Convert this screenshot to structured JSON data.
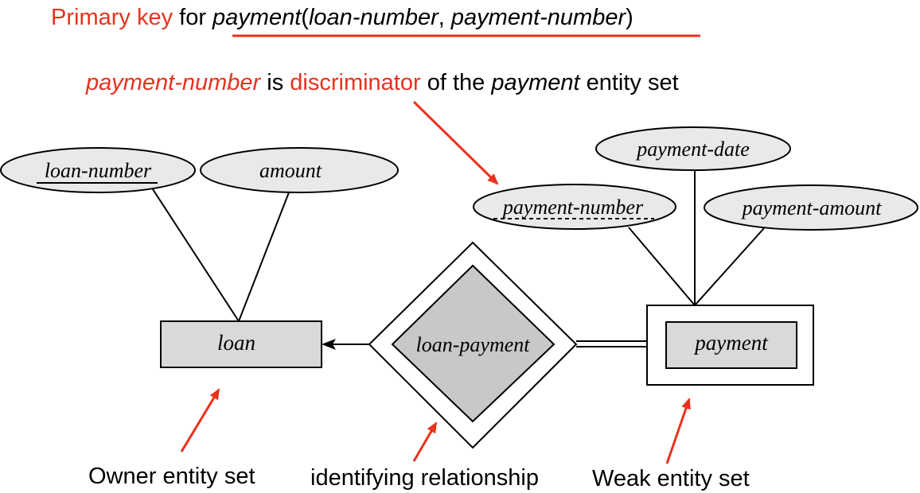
{
  "colors": {
    "annotation": "#e8321e",
    "text": "#000000",
    "attribute_fill": "#ebe8eb",
    "entity_fill": "#d9d9d9",
    "relationship_fill": "#c8c8c8"
  },
  "headline": {
    "primary_key": "Primary key",
    "for": " for ",
    "entity": "payment",
    "open_paren": "(",
    "attr1": "loan-number",
    "comma": ", ",
    "attr2": "payment-number",
    "close_paren": ")"
  },
  "discriminator_note": {
    "attr": "payment-number",
    "is": " is ",
    "discriminator": "discriminator",
    "of_the": " of the ",
    "entity": "payment",
    "entity_set": " entity set"
  },
  "attributes": {
    "loan_number": "loan-number",
    "amount": "amount",
    "payment_date": "payment-date",
    "payment_number": "payment-number",
    "payment_amount": "payment-amount"
  },
  "entities": {
    "loan": "loan",
    "payment": "payment"
  },
  "relationship": {
    "loan_payment": "loan-payment"
  },
  "labels": {
    "owner": "Owner entity set",
    "identifying": "identifying relationship",
    "weak": "Weak entity set"
  }
}
